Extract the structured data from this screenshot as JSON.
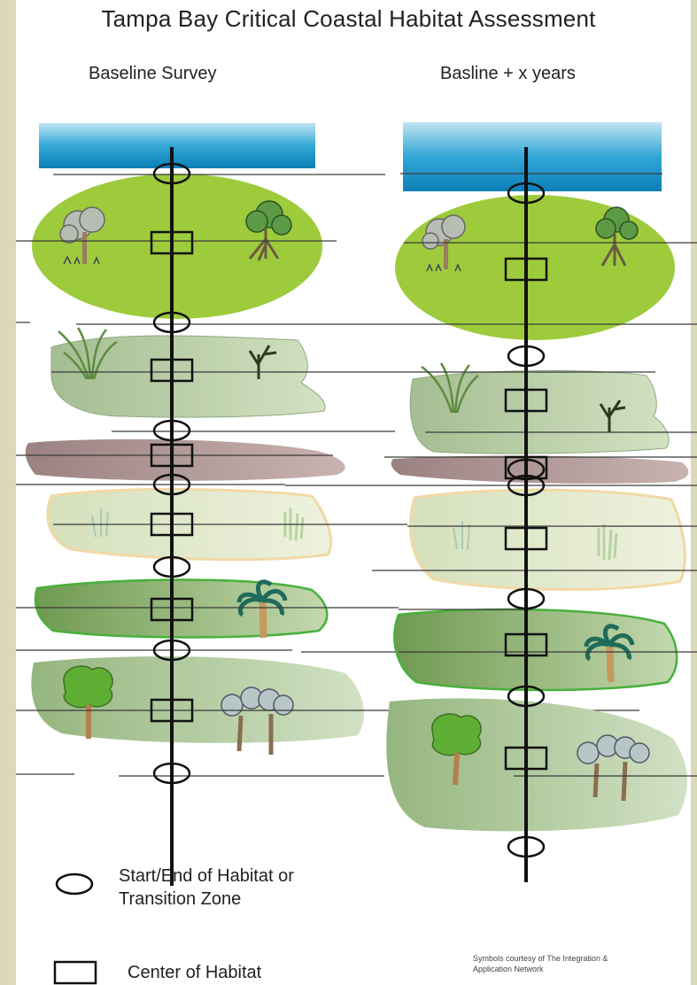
{
  "title": "Tampa Bay Critical Coastal Habitat Assessment",
  "columns": {
    "left": "Baseline Survey",
    "right": "Basline + x years"
  },
  "legend": {
    "transition_line1": "Start/End of Habitat or",
    "transition_line2": "Transition Zone",
    "center": "Center of Habitat"
  },
  "credit": {
    "line1": "Symbols courtesy of The Integration &",
    "line2": "Application Network"
  },
  "colors": {
    "water": "#1493c8",
    "upland_green": "#9dcb3c",
    "marsh_green": "#a9c39a",
    "salt_barren": "#a68e8e",
    "salt_flat": "#dfe6c8",
    "palm_zone": "#7fa862",
    "forest_zone": "#a6c391"
  },
  "icons": [
    "oak-tree-icon",
    "mangrove-icon",
    "marsh-grass-icon",
    "dead-shrub-icon",
    "reed-icon",
    "palm-icon",
    "tree-icon",
    "cypress-group-icon"
  ]
}
